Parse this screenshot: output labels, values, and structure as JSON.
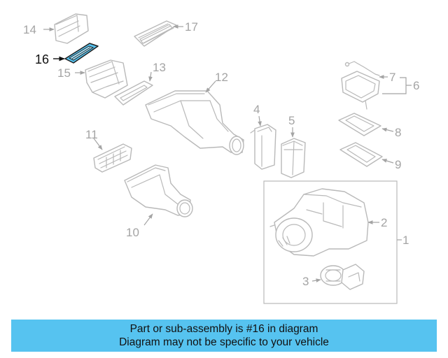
{
  "colors": {
    "highlight": "#56c3f0",
    "banner_background": "#56c3f0",
    "part_outline": "#b9b9b9",
    "callout_text": "#a4a4a4"
  },
  "callouts": {
    "c1": "1",
    "c2": "2",
    "c3": "3",
    "c4": "4",
    "c5": "5",
    "c6": "6",
    "c7": "7",
    "c8": "8",
    "c9": "9",
    "c10": "10",
    "c11": "11",
    "c12": "12",
    "c13": "13",
    "c14": "14",
    "c15": "15",
    "c16": "16",
    "c17": "17"
  },
  "highlighted_part": "16",
  "banner": {
    "line1": "Part or sub-assembly is #16 in diagram",
    "line2": "Diagram may not be specific to your vehicle"
  }
}
